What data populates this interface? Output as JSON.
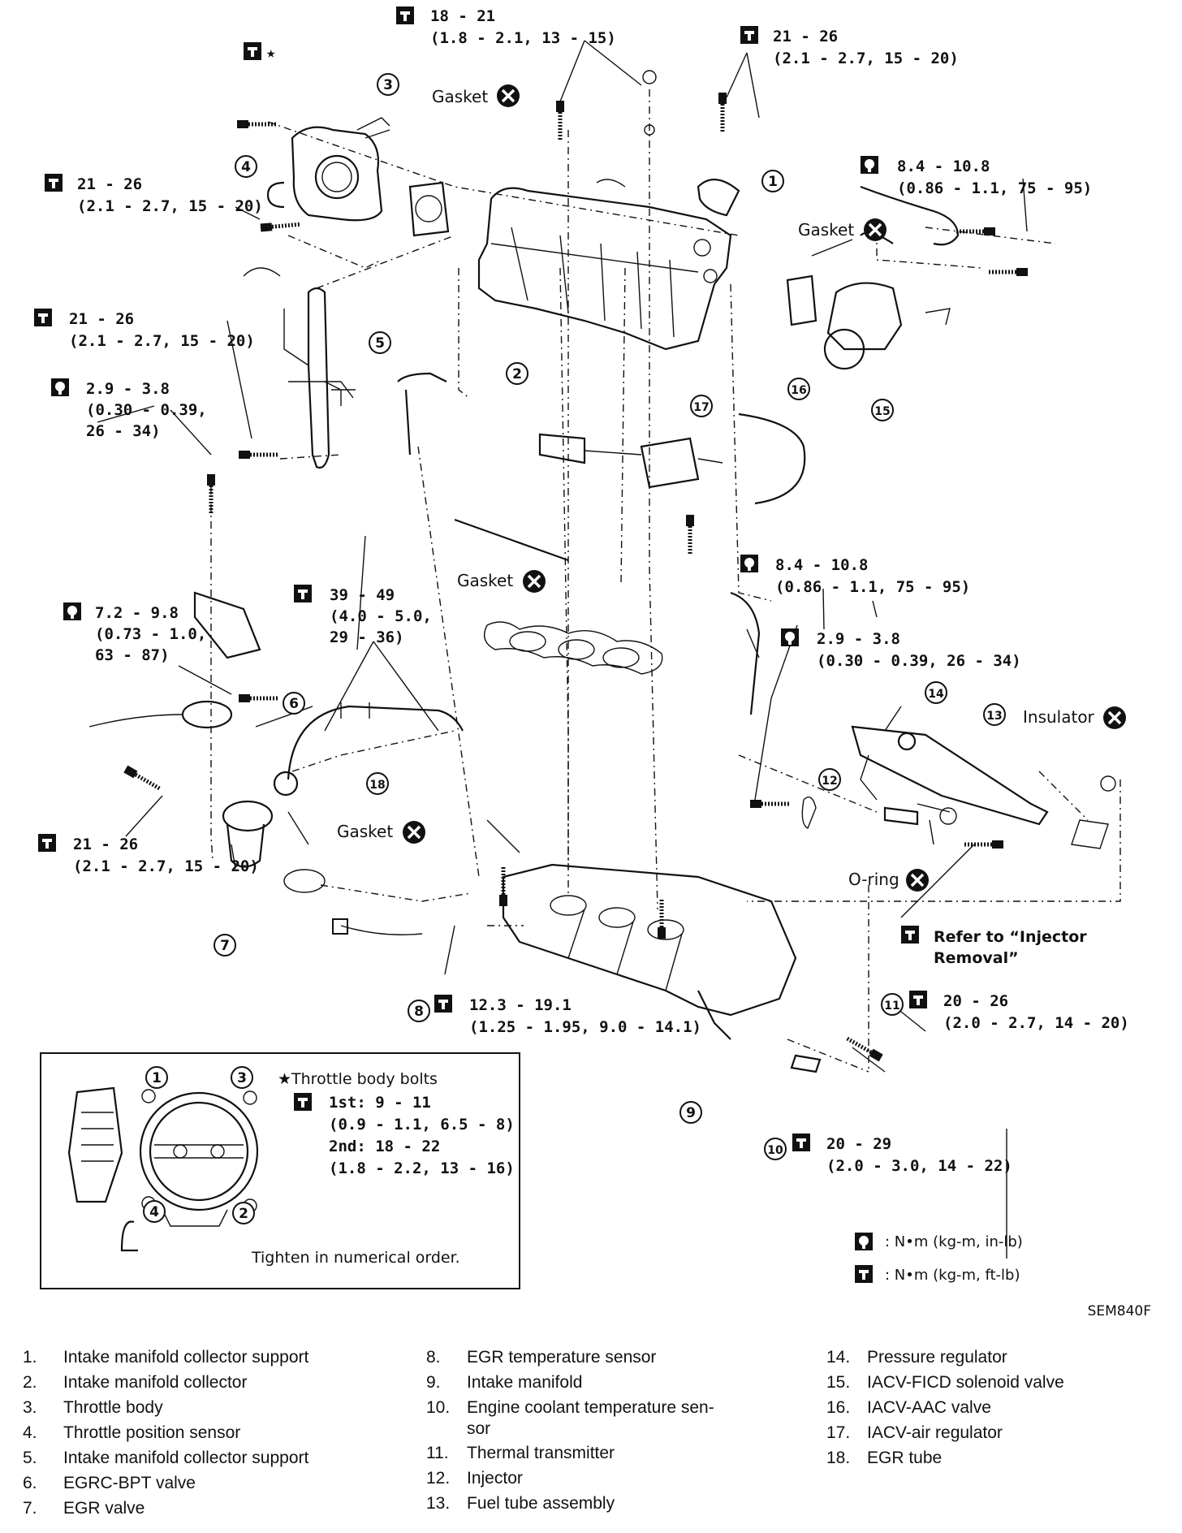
{
  "specs": {
    "s1": [
      "18 - 21",
      "(1.8 - 2.1, 13 - 15)"
    ],
    "s2": [
      "21 - 26",
      "(2.1 - 2.7, 15 - 20)"
    ],
    "s3": [
      "8.4 - 10.8",
      "(0.86 - 1.1, 75 - 95)"
    ],
    "s4": [
      "21 - 26",
      "(2.1 - 2.7, 15 - 20)"
    ],
    "s5": [
      "21 - 26",
      "(2.1 - 2.7, 15 - 20)"
    ],
    "s6": [
      "2.9 - 3.8",
      "(0.30 - 0.39,",
      "26 - 34)"
    ],
    "s7": [
      "8.4 - 10.8",
      "(0.86 - 1.1, 75 - 95)"
    ],
    "s8": [
      "39 - 49",
      "(4.0 - 5.0,",
      "29 - 36)"
    ],
    "s9": [
      "7.2 - 9.8",
      "(0.73 - 1.0,",
      "63 - 87)"
    ],
    "s10": [
      "2.9 - 3.8",
      "(0.30 - 0.39, 26 - 34)"
    ],
    "s11": [
      "21 - 26",
      "(2.1 - 2.7, 15 - 20)"
    ],
    "s12": [
      "12.3 - 19.1",
      "(1.25 - 1.95, 9.0 - 14.1)"
    ],
    "s13": [
      "20 - 26",
      "(2.0 - 2.7, 14 - 20)"
    ],
    "s14": [
      "20 - 29",
      "(2.0 - 3.0, 14 - 22)"
    ]
  },
  "labels": {
    "gasket": "Gasket",
    "insulator": "Insulator",
    "oring": "O-ring",
    "refer": [
      "Refer to “Injector",
      "Removal”"
    ],
    "code": "SEM840F"
  },
  "inset": {
    "title": "★Throttle body bolts",
    "first": "1st: 9 - 11",
    "first_val": "(0.9 - 1.1, 6.5 - 8)",
    "second": "2nd: 18 - 22",
    "second_val": "(1.8 - 2.2, 13 - 16)",
    "note": "Tighten in numerical order."
  },
  "units": {
    "small": ": N•m (kg-m, in-lb)",
    "large": ": N•m (kg-m, ft-lb)"
  },
  "callouts": [
    "1",
    "2",
    "3",
    "4",
    "5",
    "6",
    "7",
    "8",
    "9",
    "10",
    "11",
    "12",
    "13",
    "14",
    "15",
    "16",
    "17",
    "18"
  ],
  "star": "★",
  "legend": [
    {
      "n": "1.",
      "t": "Intake manifold collector support"
    },
    {
      "n": "2.",
      "t": "Intake manifold collector"
    },
    {
      "n": "3.",
      "t": "Throttle body"
    },
    {
      "n": "4.",
      "t": "Throttle position sensor"
    },
    {
      "n": "5.",
      "t": "Intake manifold collector support"
    },
    {
      "n": "6.",
      "t": "EGRC-BPT valve"
    },
    {
      "n": "7.",
      "t": "EGR valve"
    },
    {
      "n": "8.",
      "t": "EGR temperature sensor"
    },
    {
      "n": "9.",
      "t": "Intake manifold"
    },
    {
      "n": "10.",
      "t": "Engine coolant temperature sen-"
    },
    {
      "n": "",
      "t": "sor"
    },
    {
      "n": "11.",
      "t": "Thermal transmitter"
    },
    {
      "n": "12.",
      "t": "Injector"
    },
    {
      "n": "13.",
      "t": "Fuel tube assembly"
    },
    {
      "n": "14.",
      "t": "Pressure regulator"
    },
    {
      "n": "15.",
      "t": "IACV-FICD solenoid valve"
    },
    {
      "n": "16.",
      "t": "IACV-AAC valve"
    },
    {
      "n": "17.",
      "t": "IACV-air regulator"
    },
    {
      "n": "18.",
      "t": "EGR tube"
    }
  ]
}
